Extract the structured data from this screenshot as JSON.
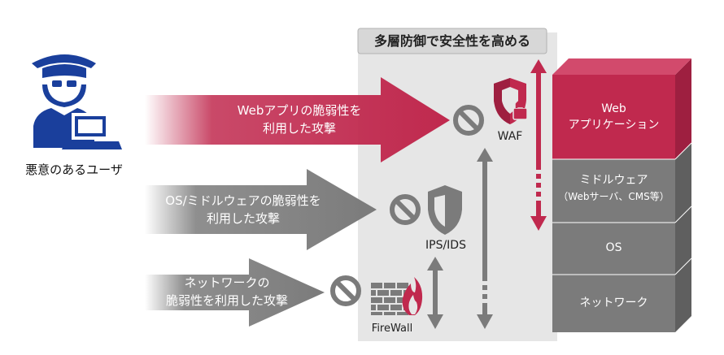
{
  "header": {
    "title": "多層防御で安全性を高める"
  },
  "attacker": {
    "label": "悪意のあるユーザ"
  },
  "arrows": [
    {
      "line1": "Webアプリの脆弱性を",
      "line2": "利用した攻撃"
    },
    {
      "line1": "OS/ミドルウェアの脆弱性を",
      "line2": "利用した攻撃"
    },
    {
      "line1": "ネットワークの",
      "line2": "脆弱性を利用した攻撃"
    }
  ],
  "defenses": {
    "waf": "WAF",
    "ips": "IPS/IDS",
    "firewall": "FireWall"
  },
  "stack": {
    "web_line1": "Web",
    "web_line2": "アプリケーション",
    "middleware_line1": "ミドルウェア",
    "middleware_line2": "（Webサーバ、CMS等）",
    "os": "OS",
    "network": "ネットワーク"
  },
  "colors": {
    "attack_red": "#c0294e",
    "gray": "#7b7b7b",
    "panel": "#e6e6e6"
  }
}
